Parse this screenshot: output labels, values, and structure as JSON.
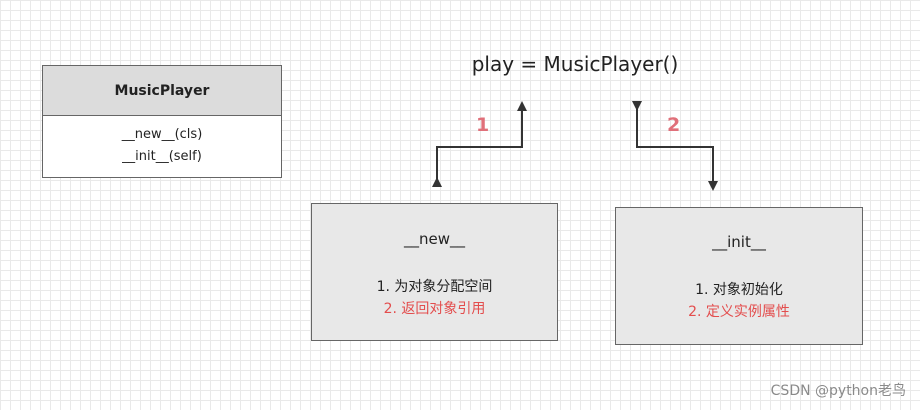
{
  "class_box": {
    "name": "MusicPlayer",
    "methods": [
      "__new__(cls)",
      "__init__(self)"
    ]
  },
  "expression": "play = MusicPlayer()",
  "steps": {
    "one": "1",
    "two": "2"
  },
  "new_box": {
    "title": "__new__",
    "lines": [
      "1. 为对象分配空间",
      "2. 返回对象引用"
    ]
  },
  "init_box": {
    "title": "__init__",
    "lines": [
      "1. 对象初始化",
      "2. 定义实例属性"
    ]
  },
  "watermark": "CSDN @python老鸟",
  "colors": {
    "highlight_text": "#e34d4d",
    "step_number": "#e0707a",
    "box_fill": "#e8e8e8",
    "header_fill": "#dcdcdc"
  }
}
